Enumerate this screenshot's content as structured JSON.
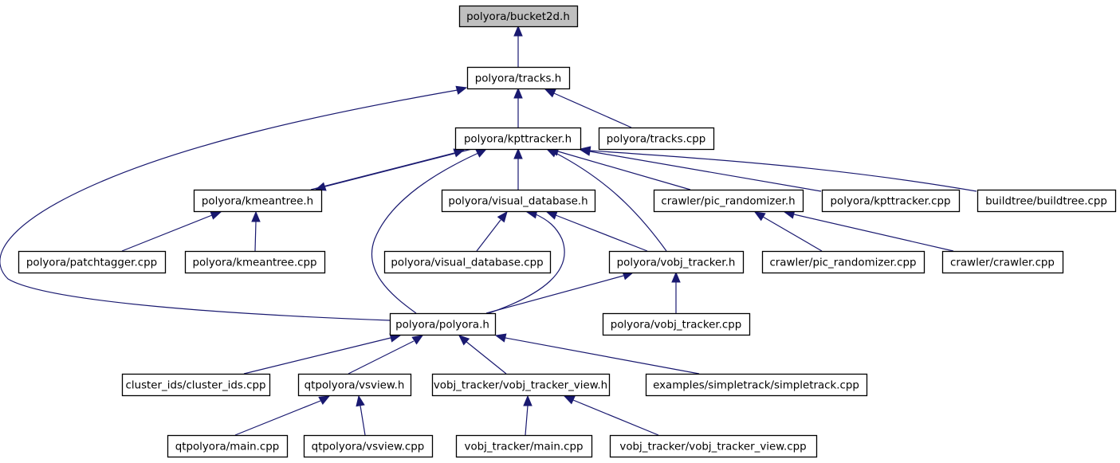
{
  "graph": {
    "title": "Include dependency graph for polyora/bucket2d.h",
    "colors": {
      "edge": "#191970",
      "root_fill": "#bfbfbf",
      "node_fill": "#ffffff",
      "border": "#000000"
    },
    "root": "bucket2d",
    "nodes": [
      {
        "id": "bucket2d",
        "label": "polyora/bucket2d.h"
      },
      {
        "id": "tracks_h",
        "label": "polyora/tracks.h"
      },
      {
        "id": "kpttracker_h",
        "label": "polyora/kpttracker.h"
      },
      {
        "id": "tracks_cpp",
        "label": "polyora/tracks.cpp"
      },
      {
        "id": "kmeantree_h",
        "label": "polyora/kmeantree.h"
      },
      {
        "id": "visual_database_h",
        "label": "polyora/visual_database.h"
      },
      {
        "id": "pic_randomizer_h",
        "label": "crawler/pic_randomizer.h"
      },
      {
        "id": "kpttracker_cpp",
        "label": "polyora/kpttracker.cpp"
      },
      {
        "id": "buildtree_cpp",
        "label": "buildtree/buildtree.cpp"
      },
      {
        "id": "patchtagger_cpp",
        "label": "polyora/patchtagger.cpp"
      },
      {
        "id": "kmeantree_cpp",
        "label": "polyora/kmeantree.cpp"
      },
      {
        "id": "visual_database_cpp",
        "label": "polyora/visual_database.cpp"
      },
      {
        "id": "vobj_tracker_h",
        "label": "polyora/vobj_tracker.h"
      },
      {
        "id": "pic_randomizer_cpp",
        "label": "crawler/pic_randomizer.cpp"
      },
      {
        "id": "crawler_cpp",
        "label": "crawler/crawler.cpp"
      },
      {
        "id": "polyora_h",
        "label": "polyora/polyora.h"
      },
      {
        "id": "vobj_tracker_cpp",
        "label": "polyora/vobj_tracker.cpp"
      },
      {
        "id": "cluster_ids_cpp",
        "label": "cluster_ids/cluster_ids.cpp"
      },
      {
        "id": "vsview_h",
        "label": "qtpolyora/vsview.h"
      },
      {
        "id": "vobj_tracker_view_h",
        "label": "vobj_tracker/vobj_tracker_view.h"
      },
      {
        "id": "simpletrack_cpp",
        "label": "examples/simpletrack/simpletrack.cpp"
      },
      {
        "id": "qt_main_cpp",
        "label": "qtpolyora/main.cpp"
      },
      {
        "id": "vsview_cpp",
        "label": "qtpolyora/vsview.cpp"
      },
      {
        "id": "vt_main_cpp",
        "label": "vobj_tracker/main.cpp"
      },
      {
        "id": "vobj_tracker_view_cpp",
        "label": "vobj_tracker/vobj_tracker_view.cpp"
      }
    ],
    "edges": [
      {
        "from": "tracks_h",
        "to": "bucket2d"
      },
      {
        "from": "kpttracker_h",
        "to": "tracks_h"
      },
      {
        "from": "tracks_cpp",
        "to": "tracks_h"
      },
      {
        "from": "polyora_h",
        "to": "tracks_h"
      },
      {
        "from": "kmeantree_h",
        "to": "kpttracker_h"
      },
      {
        "from": "kpttracker_h",
        "to": "kmeantree_h"
      },
      {
        "from": "visual_database_h",
        "to": "kpttracker_h"
      },
      {
        "from": "pic_randomizer_h",
        "to": "kpttracker_h"
      },
      {
        "from": "kpttracker_cpp",
        "to": "kpttracker_h"
      },
      {
        "from": "buildtree_cpp",
        "to": "kpttracker_h"
      },
      {
        "from": "polyora_h",
        "to": "kpttracker_h"
      },
      {
        "from": "vobj_tracker_h",
        "to": "kpttracker_h"
      },
      {
        "from": "patchtagger_cpp",
        "to": "kmeantree_h"
      },
      {
        "from": "kmeantree_cpp",
        "to": "kmeantree_h"
      },
      {
        "from": "visual_database_cpp",
        "to": "visual_database_h"
      },
      {
        "from": "vobj_tracker_h",
        "to": "visual_database_h"
      },
      {
        "from": "polyora_h",
        "to": "visual_database_h"
      },
      {
        "from": "pic_randomizer_cpp",
        "to": "pic_randomizer_h"
      },
      {
        "from": "crawler_cpp",
        "to": "pic_randomizer_h"
      },
      {
        "from": "polyora_h",
        "to": "vobj_tracker_h"
      },
      {
        "from": "vobj_tracker_cpp",
        "to": "vobj_tracker_h"
      },
      {
        "from": "cluster_ids_cpp",
        "to": "polyora_h"
      },
      {
        "from": "vsview_h",
        "to": "polyora_h"
      },
      {
        "from": "vobj_tracker_view_h",
        "to": "polyora_h"
      },
      {
        "from": "simpletrack_cpp",
        "to": "polyora_h"
      },
      {
        "from": "qt_main_cpp",
        "to": "vsview_h"
      },
      {
        "from": "vsview_cpp",
        "to": "vsview_h"
      },
      {
        "from": "vt_main_cpp",
        "to": "vobj_tracker_view_h"
      },
      {
        "from": "vobj_tracker_view_cpp",
        "to": "vobj_tracker_view_h"
      }
    ]
  }
}
